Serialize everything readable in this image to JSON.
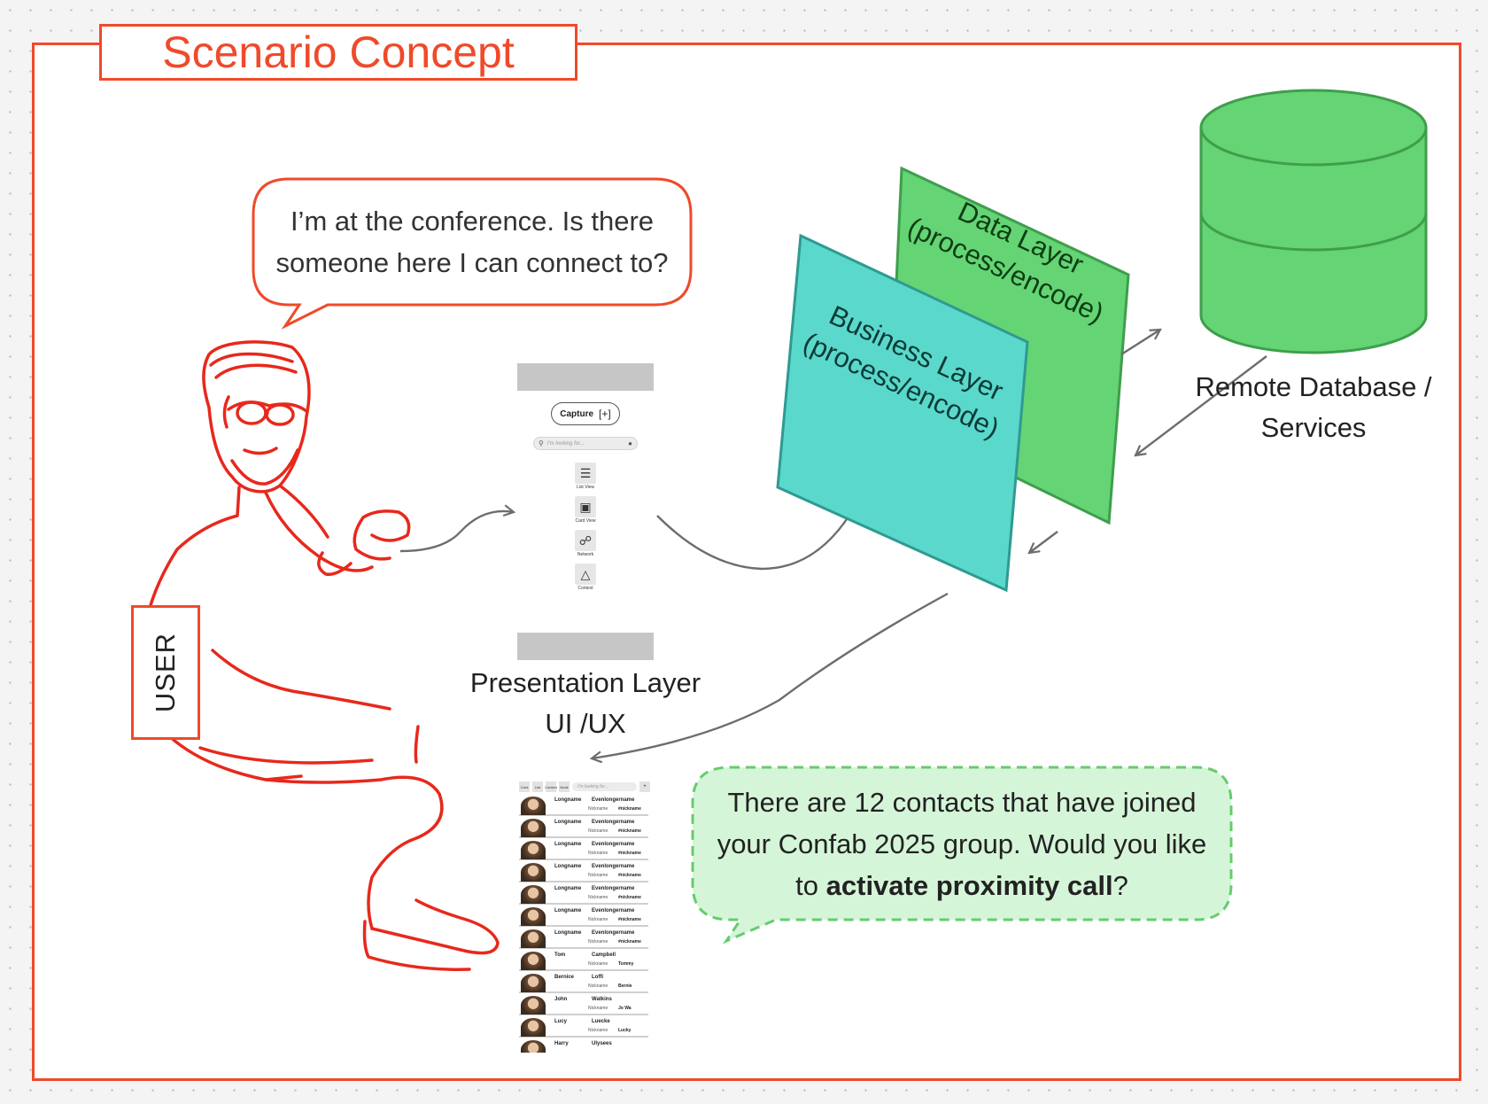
{
  "title": "Scenario Concept",
  "user_label": "USER",
  "user_bubble": {
    "line1": "I’m at the conference. Is there",
    "line2": "someone here I can connect to?"
  },
  "presentation_layer": {
    "line1": "Presentation Layer",
    "line2": "UI /UX"
  },
  "business_layer": {
    "line1": "Business Layer",
    "line2": "(process/encode)"
  },
  "data_layer": {
    "line1": "Data Layer",
    "line2": "(process/encode)"
  },
  "remote_db": {
    "line1": "Remote Database /",
    "line2": "Services"
  },
  "response_bubble": {
    "line1": "There are 12 contacts that have joined",
    "line2": "your Confab 2025 group. Would you like",
    "line3_prefix": "to ",
    "line3_bold": "activate proximity call",
    "line3_suffix": "?"
  },
  "phone_ui": {
    "capture_label": "Capture",
    "capture_icon": "[+]",
    "search_placeholder": "I'm looking for...",
    "views": [
      {
        "label": "List View",
        "icon": "list-icon"
      },
      {
        "label": "Card View",
        "icon": "card-icon"
      },
      {
        "label": "Network",
        "icon": "network-icon"
      },
      {
        "label": "Context",
        "icon": "context-icon"
      }
    ]
  },
  "list_ui": {
    "header_tabs": [
      "Card",
      "List",
      "Context",
      "Node"
    ],
    "search_placeholder": "I'm looking for...",
    "contacts": [
      {
        "first": "Longname",
        "last": "Evenlongername",
        "nick_label": "Nickname",
        "nick": "#nickname"
      },
      {
        "first": "Longname",
        "last": "Evenlongername",
        "nick_label": "Nickname",
        "nick": "#nickname"
      },
      {
        "first": "Longname",
        "last": "Evenlongername",
        "nick_label": "Nickname",
        "nick": "#nickname"
      },
      {
        "first": "Longname",
        "last": "Evenlongername",
        "nick_label": "Nickname",
        "nick": "#nickname"
      },
      {
        "first": "Longname",
        "last": "Evenlongername",
        "nick_label": "Nickname",
        "nick": "#nickname"
      },
      {
        "first": "Longname",
        "last": "Evenlongername",
        "nick_label": "Nickname",
        "nick": "#nickname"
      },
      {
        "first": "Longname",
        "last": "Evenlongername",
        "nick_label": "Nickname",
        "nick": "#nickname"
      },
      {
        "first": "Tom",
        "last": "Campbell",
        "nick_label": "Nickname",
        "nick": "Tommy"
      },
      {
        "first": "Bernice",
        "last": "Loffi",
        "nick_label": "Nickname",
        "nick": "Bernie"
      },
      {
        "first": "John",
        "last": "Watkins",
        "nick_label": "Nickname",
        "nick": "Jo Wa"
      },
      {
        "first": "Lucy",
        "last": "Luecke",
        "nick_label": "Nickname",
        "nick": "Lucky"
      },
      {
        "first": "Harry",
        "last": "Ulysees",
        "nick_label": "",
        "nick": ""
      }
    ]
  },
  "colors": {
    "accent": "#ef4a2a",
    "business_layer": "#5ad8cb",
    "data_layer": "#64d474",
    "database": "#64d474",
    "response_bubble": "#d5f5d8",
    "arrow": "#6d6d6d"
  }
}
